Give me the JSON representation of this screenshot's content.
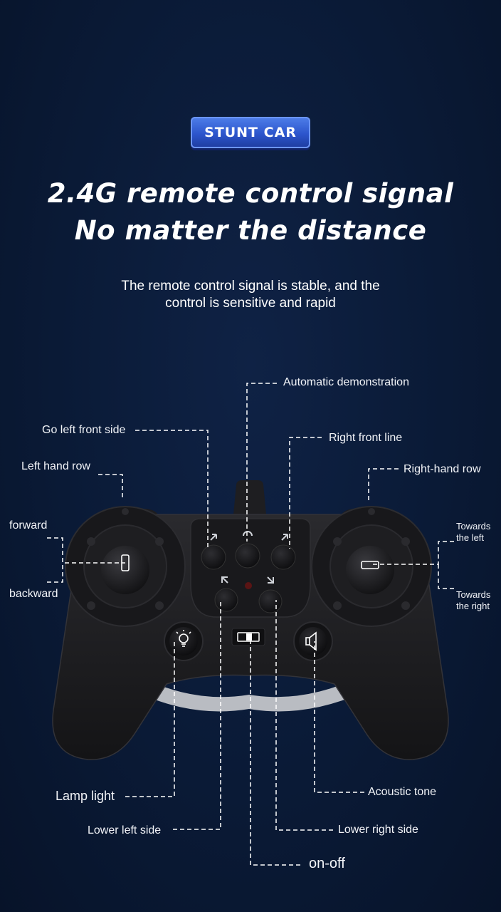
{
  "badge": {
    "text": "STUNT CAR"
  },
  "headline": {
    "line1": "2.4G remote control signal",
    "line2": "No matter the distance"
  },
  "subtitle": {
    "line1": "The remote control signal is stable, and the",
    "line2": "control is sensitive and rapid"
  },
  "labels": {
    "auto_demo": "Automatic demonstration",
    "go_left_front": "Go left front side",
    "right_front_line": "Right front line",
    "left_hand_row": "Left hand row",
    "right_hand_row": "Right-hand row",
    "forward": "forward",
    "backward": "backward",
    "towards_left_1": "Towards",
    "towards_left_2": "the left",
    "towards_right_1": "Towards",
    "towards_right_2": "the right",
    "lamp_light": "Lamp light",
    "acoustic_tone": "Acoustic tone",
    "lower_left": "Lower left side",
    "lower_right": "Lower right side",
    "on_off": "on-off"
  },
  "colors": {
    "background": "#0a1a36",
    "badge": "#3a66dc",
    "controller": "#1c1c1f",
    "leader_lines": "#ffffff"
  },
  "icons": [
    "lamp-icon",
    "speaker-icon",
    "power-switch-icon",
    "rotate-icon",
    "arrow-icon"
  ]
}
